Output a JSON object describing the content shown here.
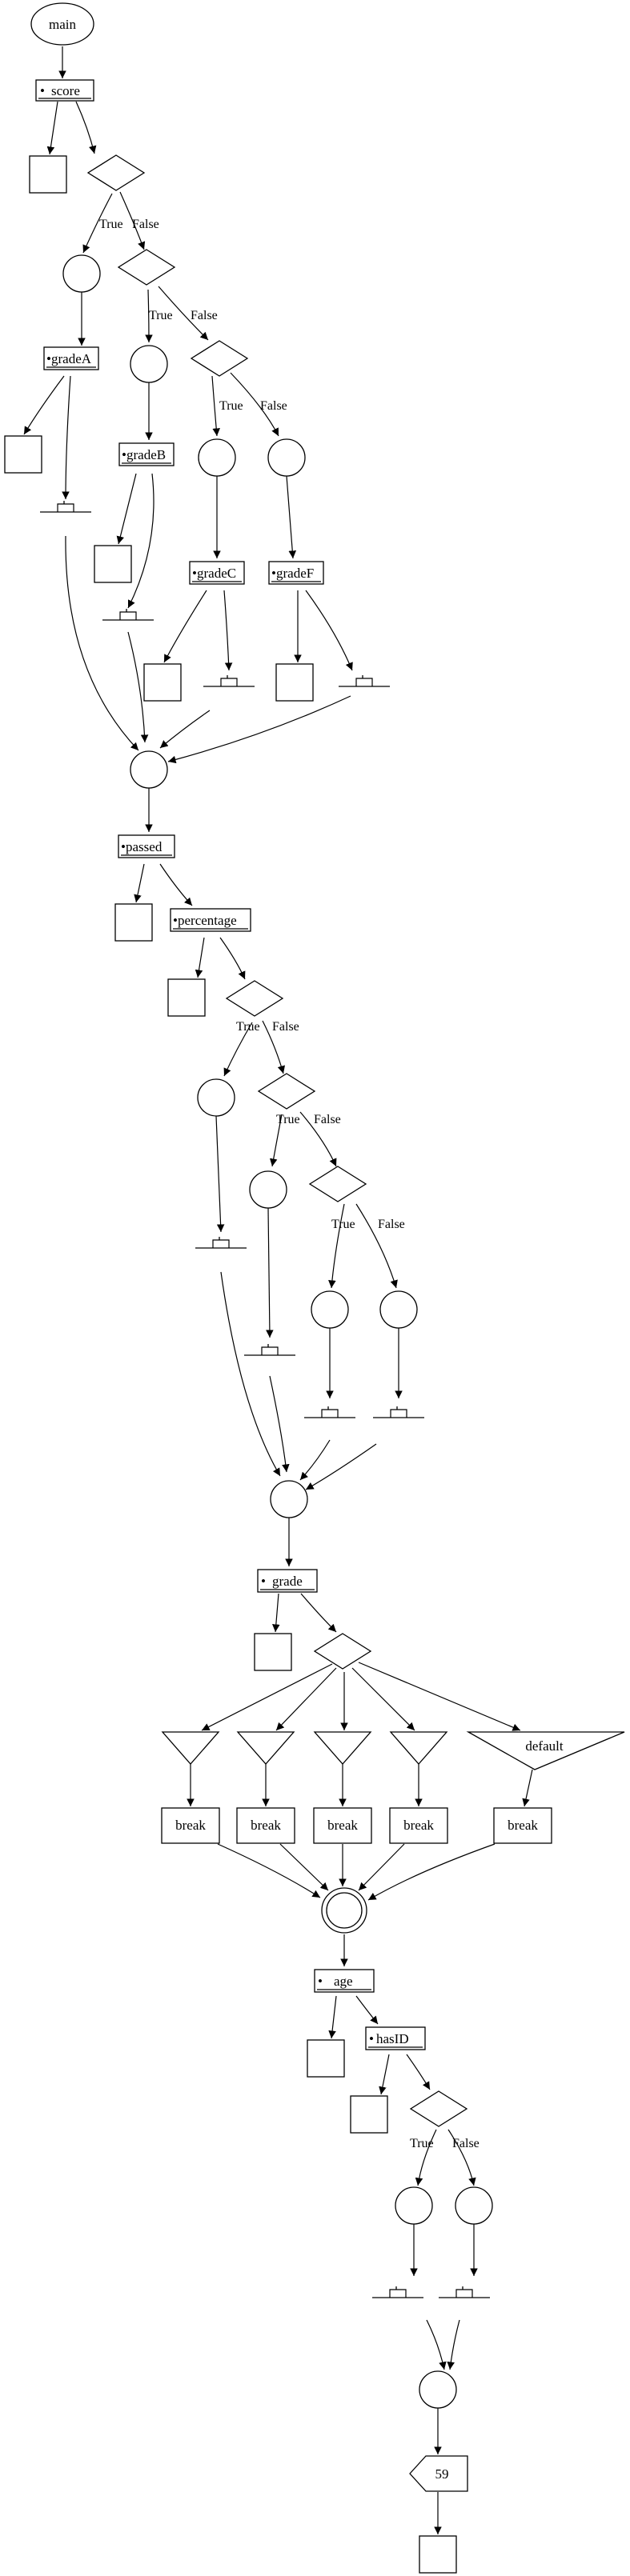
{
  "diagram": {
    "start": "main",
    "vars": {
      "score": "score",
      "gradeA": "gradeA",
      "gradeB": "gradeB",
      "gradeC": "gradeC",
      "gradeF": "gradeF",
      "passed": "passed",
      "percentage": "percentage",
      "grade": "grade",
      "age": "age",
      "hasID": "hasID"
    },
    "var_prefix": "•",
    "branch_true": "True",
    "branch_false": "False",
    "switch_default": "default",
    "break_label": "break",
    "return_value": "59"
  }
}
